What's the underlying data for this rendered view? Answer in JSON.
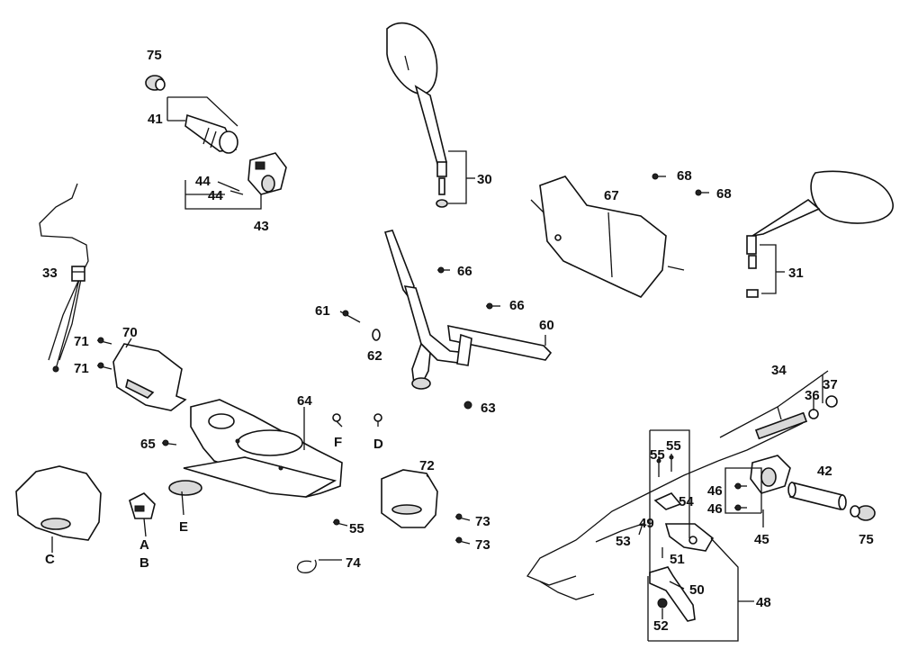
{
  "labels": {
    "p75a": "75",
    "p41": "41",
    "p44a": "44",
    "p44b": "44",
    "p43": "43",
    "p30": "30",
    "p68a": "68",
    "p68b": "68",
    "p67": "67",
    "p31": "31",
    "p33": "33",
    "p66a": "66",
    "p66b": "66",
    "p61": "61",
    "p62": "62",
    "p60": "60",
    "p63": "63",
    "p70": "70",
    "p71a": "71",
    "p71b": "71",
    "p64": "64",
    "pF": "F",
    "pD": "D",
    "p65": "65",
    "p72": "72",
    "p73a": "73",
    "p73b": "73",
    "p55c": "55",
    "p74": "74",
    "pC": "C",
    "pA": "A",
    "pB": "B",
    "pE": "E",
    "p34": "34",
    "p37": "37",
    "p36": "36",
    "p42": "42",
    "p55a": "55",
    "p55b": "55",
    "p54": "54",
    "p46a": "46",
    "p46b": "46",
    "p45": "45",
    "p75b": "75",
    "p49": "49",
    "p53": "53",
    "p51": "51",
    "p50": "50",
    "p52": "52",
    "p48": "48"
  }
}
